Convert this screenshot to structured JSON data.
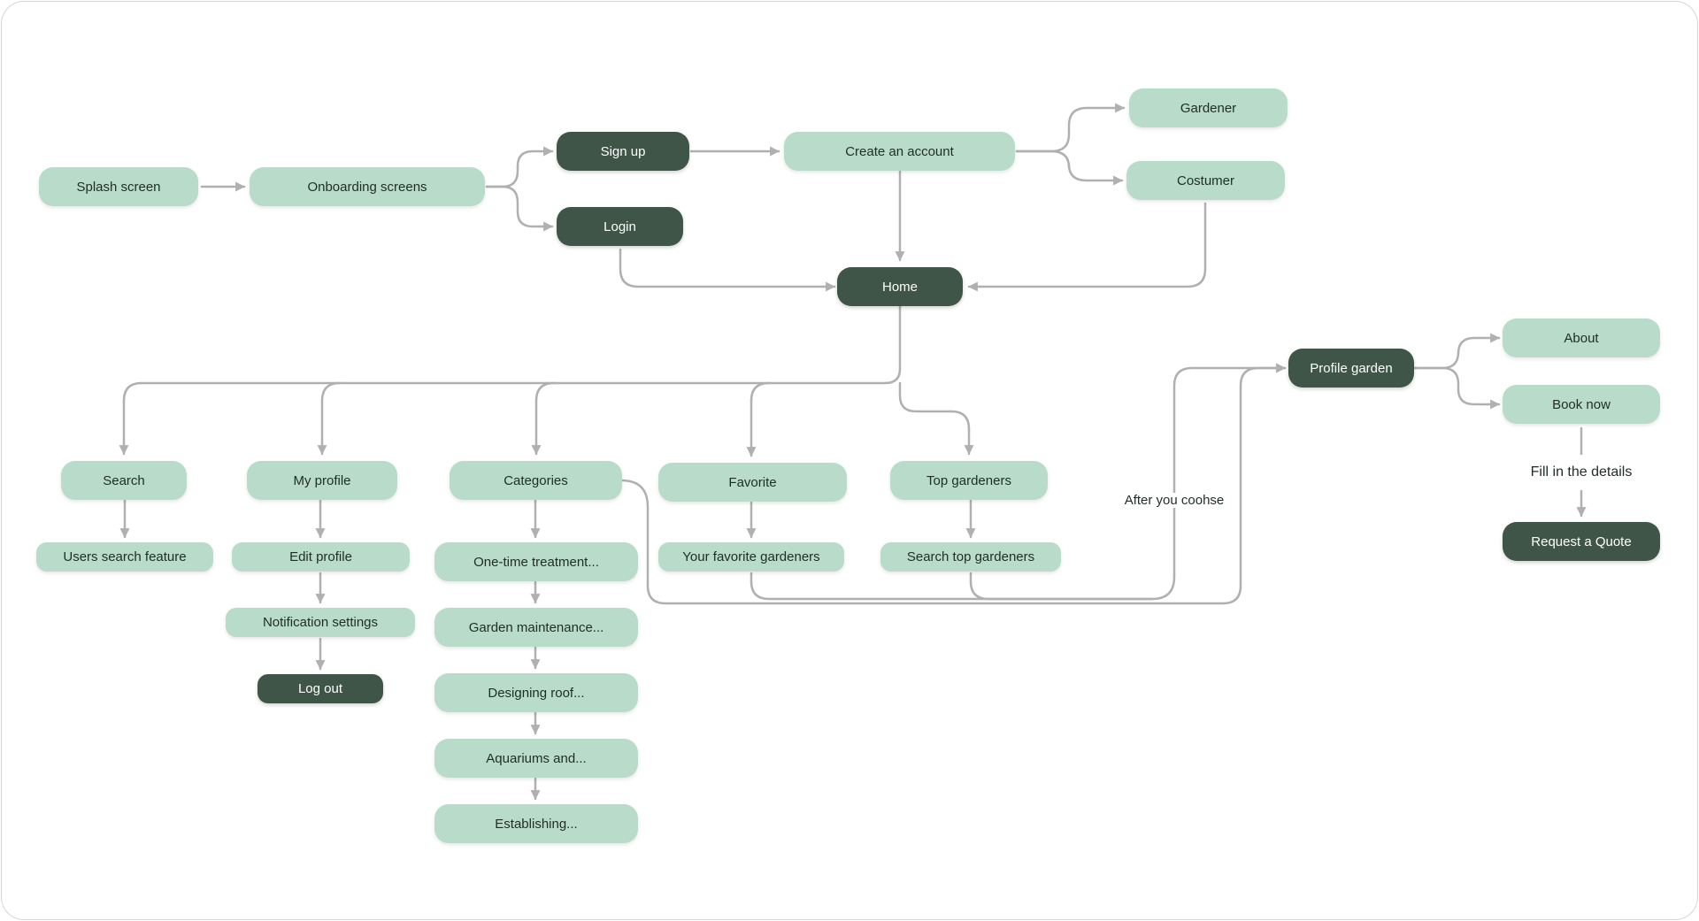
{
  "colors": {
    "light_node": "#b9dbc9",
    "dark_node": "#3e5548",
    "connector": "#b0b0b0",
    "frame": "#d6d6d6"
  },
  "nodes": {
    "splash": "Splash screen",
    "onboarding": "Onboarding screens",
    "signup": "Sign up",
    "login": "Login",
    "create_account": "Create an account",
    "gardener": "Gardener",
    "costumer": "Costumer",
    "home": "Home",
    "search": "Search",
    "users_search": "Users search feature",
    "my_profile": "My profile",
    "edit_profile": "Edit profile",
    "notification_settings": "Notification settings",
    "log_out": "Log out",
    "categories": "Categories",
    "cat_one_time": "One-time treatment...",
    "cat_garden_maintenance": "Garden maintenance...",
    "cat_designing_roof": "Designing roof...",
    "cat_aquariums": "Aquariums and...",
    "cat_establishing": "Establishing...",
    "favorite": "Favorite",
    "your_favorite": "Your favorite gardeners",
    "top_gardeners": "Top gardeners",
    "search_top": "Search top gardeners",
    "profile_garden": "Profile garden",
    "about": "About",
    "book_now": "Book now",
    "request_quote": "Request a Quote"
  },
  "notes": {
    "after_choose": "After you coohse",
    "fill_details": "Fill in the details"
  }
}
